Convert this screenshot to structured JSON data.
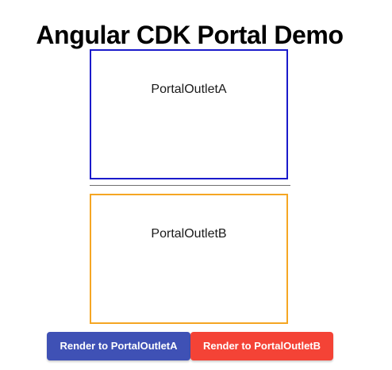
{
  "page": {
    "title": "Angular CDK Portal Demo"
  },
  "outlets": [
    {
      "label": "PortalOutletA",
      "border_color": "#1a1acb"
    },
    {
      "label": "PortalOutletB",
      "border_color": "#f5a623"
    }
  ],
  "buttons": [
    {
      "label": "Render to PortalOutletA",
      "color": "#3f51b5"
    },
    {
      "label": "Render to PortalOutletB",
      "color": "#f44336"
    }
  ]
}
